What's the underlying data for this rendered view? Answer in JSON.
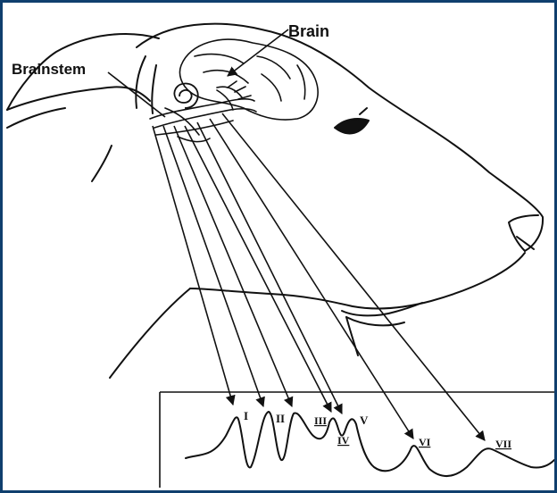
{
  "labels": {
    "brain": "Brain",
    "brainstem": "Brainstem"
  },
  "waves": [
    {
      "label": "I",
      "underline": false
    },
    {
      "label": "II",
      "underline": false
    },
    {
      "label": "III",
      "underline": true
    },
    {
      "label": "IV",
      "underline": true
    },
    {
      "label": "V",
      "underline": false
    },
    {
      "label": "VI",
      "underline": true
    },
    {
      "label": "VII",
      "underline": true
    }
  ],
  "colors": {
    "border": "#0f3f6e",
    "ink": "#111111"
  }
}
